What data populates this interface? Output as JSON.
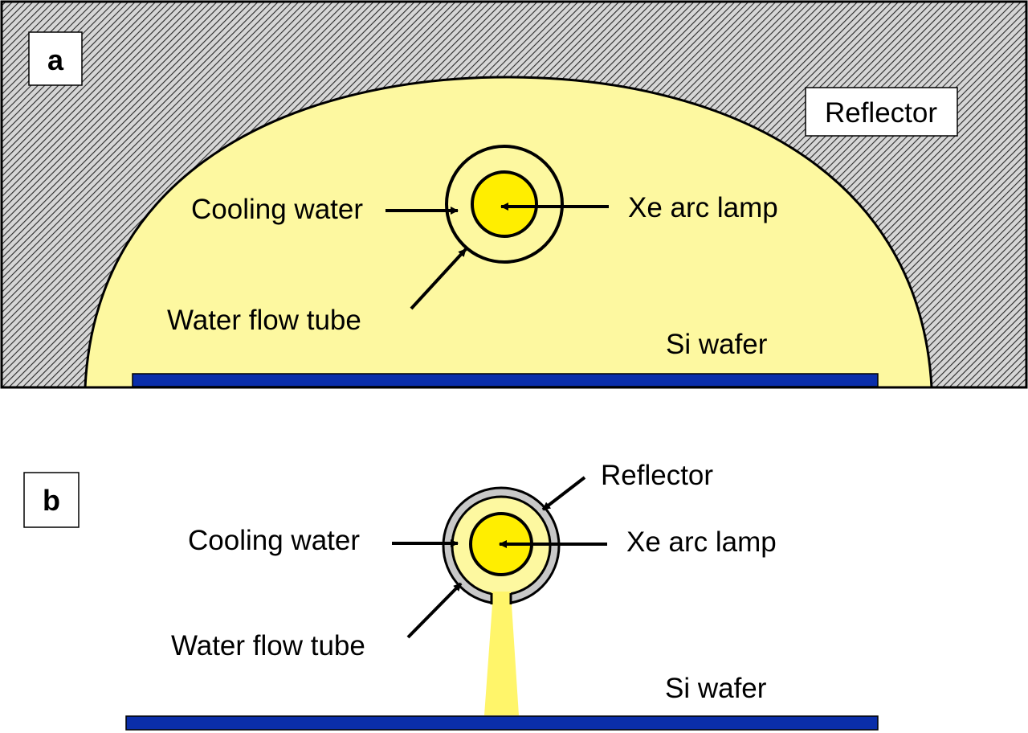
{
  "panel_a": {
    "letter": "a",
    "labels": {
      "reflector": "Reflector",
      "cooling_water": "Cooling water",
      "xe_arc_lamp": "Xe arc lamp",
      "water_flow_tube": "Water flow tube",
      "si_wafer": "Si wafer"
    }
  },
  "panel_b": {
    "letter": "b",
    "labels": {
      "reflector": "Reflector",
      "cooling_water": "Cooling water",
      "xe_arc_lamp": "Xe arc lamp",
      "water_flow_tube": "Water flow tube",
      "si_wafer": "Si wafer"
    }
  },
  "colors": {
    "light_yellow": "#fdf8a0",
    "lamp_yellow": "#ffee00",
    "wafer_blue": "#0a2eaa",
    "reflector_gray": "#c8c8c8",
    "hatch_gray": "#d0d0d0"
  }
}
